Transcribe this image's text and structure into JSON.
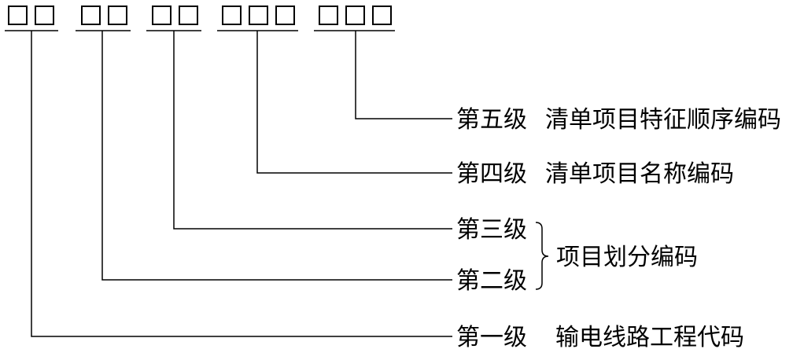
{
  "code_groups": [
    {
      "boxes": 2,
      "level_label": "第一级",
      "description": "输电线路工程代码"
    },
    {
      "boxes": 2,
      "level_label": "第二级",
      "description": ""
    },
    {
      "boxes": 2,
      "level_label": "第三级",
      "description": ""
    },
    {
      "boxes": 3,
      "level_label": "第四级",
      "description": "清单项目名称编码"
    },
    {
      "boxes": 3,
      "level_label": "第五级",
      "description": "清单项目特征顺序编码"
    }
  ],
  "brace_label": "项目划分编码"
}
